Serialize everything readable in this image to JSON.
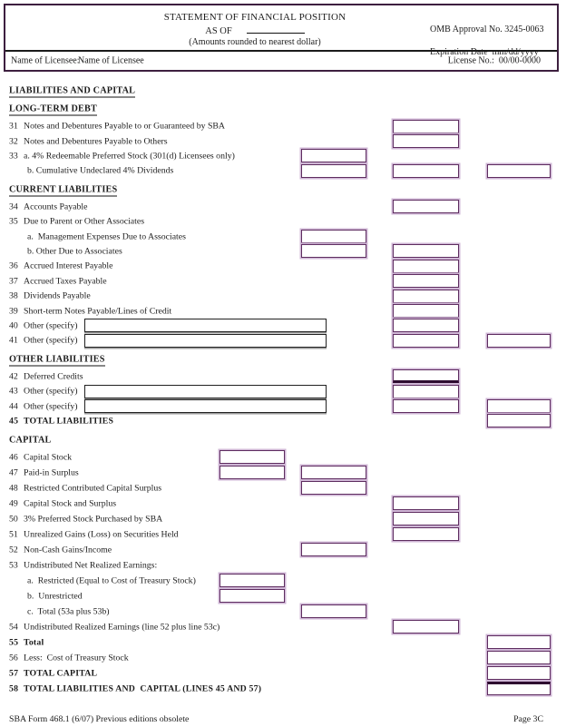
{
  "header": {
    "title_line1": "STATEMENT OF FINANCIAL POSITION",
    "title_line2": "AS OF",
    "title_line3": "(Amounts rounded to nearest dollar)",
    "omb_line1": "OMB Approval No. 3245-0063",
    "omb_line2": "Expiration Date  mm/dd/yyyy",
    "licensee_label": "Name of Licensee:",
    "licensee_value": "Name of Licensee",
    "license_no": "License No.:  00/00-0000"
  },
  "form": {
    "rows": [
      {
        "type": "heading",
        "text": "LIABILITIES AND CAPITAL",
        "underline": true
      },
      {
        "type": "heading",
        "text": "LONG-TERM DEBT",
        "underline": true
      },
      {
        "type": "item",
        "num": "31",
        "label": "Notes and Debentures Payable to or Guaranteed by SBA",
        "boxes": [
          "col2"
        ]
      },
      {
        "type": "item",
        "num": "32",
        "label": "Notes and Debentures Payable to Others",
        "boxes": [
          "col2"
        ]
      },
      {
        "type": "item",
        "num": "33",
        "label": "a. 4% Redeemable Preferred Stock (301(d) Licensees only)",
        "boxes": [
          "col1"
        ]
      },
      {
        "type": "item",
        "num": "",
        "sub": true,
        "label": "b. Cumulative Undeclared 4% Dividends",
        "boxes": [
          "col1",
          "col2",
          "col3"
        ]
      },
      {
        "type": "heading",
        "text": "CURRENT LIABILITIES",
        "underline": true
      },
      {
        "type": "item",
        "num": "34",
        "label": "Accounts Payable",
        "boxes": [
          "col2"
        ]
      },
      {
        "type": "item",
        "num": "35",
        "label": "Due to Parent or Other Associates",
        "boxes": []
      },
      {
        "type": "item",
        "num": "",
        "sub": true,
        "label": "a.  Management Expenses Due to Associates",
        "boxes": [
          "col1"
        ]
      },
      {
        "type": "item",
        "num": "",
        "sub": true,
        "label": "b. Other Due to Associates",
        "boxes": [
          "col1",
          "col2"
        ]
      },
      {
        "type": "item",
        "num": "36",
        "label": "Accrued Interest Payable",
        "boxes": [
          "col2"
        ]
      },
      {
        "type": "item",
        "num": "37",
        "label": "Accrued Taxes Payable",
        "boxes": [
          "col2"
        ]
      },
      {
        "type": "item",
        "num": "38",
        "label": "Dividends Payable",
        "boxes": [
          "col2"
        ]
      },
      {
        "type": "item",
        "num": "39",
        "label": "Short-term Notes Payable/Lines of Credit",
        "boxes": [
          "col2"
        ]
      },
      {
        "type": "item",
        "num": "40",
        "label": "Other (specify)",
        "boxes": [
          "wide",
          "col2"
        ]
      },
      {
        "type": "item",
        "num": "41",
        "label": "Other (specify)",
        "boxes": [
          "wide",
          "col2",
          "col3"
        ]
      },
      {
        "type": "heading",
        "text": "OTHER LIABILITIES",
        "underline": true
      },
      {
        "type": "item",
        "num": "42",
        "label": "Deferred Credits",
        "boxes": [
          "col2"
        ],
        "box_variant": "dark-bottom"
      },
      {
        "type": "item",
        "num": "43",
        "label": "Other (specify)",
        "boxes": [
          "wide",
          "col2"
        ]
      },
      {
        "type": "item",
        "num": "44",
        "label": "Other (specify)",
        "boxes": [
          "wide",
          "col2",
          "col3"
        ]
      },
      {
        "type": "item",
        "num": "45",
        "label": "TOTAL LIABILITIES",
        "bold": true,
        "boxes": [
          "col3"
        ]
      },
      {
        "type": "heading",
        "text": "CAPITAL",
        "underline": false
      },
      {
        "type": "item",
        "num": "46",
        "label": "Capital Stock",
        "boxes": [
          "colA"
        ]
      },
      {
        "type": "item",
        "num": "47",
        "label": "Paid-in Surplus",
        "boxes": [
          "colA",
          "col1"
        ]
      },
      {
        "type": "item",
        "num": "48",
        "label": "Restricted Contributed Capital Surplus",
        "boxes": [
          "col1"
        ]
      },
      {
        "type": "item",
        "num": "49",
        "label": "Capital Stock and Surplus",
        "boxes": [
          "col2"
        ]
      },
      {
        "type": "item",
        "num": "50",
        "label": "3% Preferred Stock Purchased by SBA",
        "boxes": [
          "col2"
        ]
      },
      {
        "type": "item",
        "num": "51",
        "label": "Unrealized Gains (Loss) on Securities Held",
        "boxes": [
          "col2"
        ]
      },
      {
        "type": "item",
        "num": "52",
        "label": "Non-Cash Gains/Income",
        "boxes": [
          "col1"
        ]
      },
      {
        "type": "item",
        "num": "53",
        "label": "Undistributed Net Realized Earnings:",
        "boxes": []
      },
      {
        "type": "item",
        "num": "",
        "sub": true,
        "label": "a.  Restricted (Equal to Cost of Treasury Stock)",
        "boxes": [
          "colA"
        ]
      },
      {
        "type": "item",
        "num": "",
        "sub": true,
        "label": "b.  Unrestricted",
        "boxes": [
          "colA"
        ]
      },
      {
        "type": "item",
        "num": "",
        "sub": true,
        "label": "c.  Total (53a plus 53b)",
        "boxes": [
          "col1"
        ]
      },
      {
        "type": "item",
        "num": "54",
        "label": "Undistributed Realized Earnings (line 52 plus line 53c)",
        "boxes": [
          "col2"
        ]
      },
      {
        "type": "item",
        "num": "55",
        "label": "Total",
        "bold": true,
        "boxes": [
          "col3"
        ]
      },
      {
        "type": "item",
        "num": "56",
        "label": "Less:  Cost of Treasury Stock",
        "boxes": [
          "col3"
        ]
      },
      {
        "type": "item",
        "num": "57",
        "label": "TOTAL CAPITAL",
        "bold": true,
        "boxes": [
          "col3"
        ]
      },
      {
        "type": "item",
        "num": "58",
        "label": "TOTAL LIABILITIES AND  CAPITAL (LINES 45 AND 57)",
        "bold": true,
        "boxes": [
          "col3"
        ],
        "box_variant": "dark-top"
      }
    ]
  },
  "footer": {
    "left": "SBA Form 468.1 (6/07) Previous editions obsolete",
    "right": "Page 3C"
  },
  "colors": {
    "input_border": "#5e2d60",
    "input_halo": "#cfb6d5",
    "header_border": "#3d1f3f",
    "text": "#1c1c1c"
  }
}
